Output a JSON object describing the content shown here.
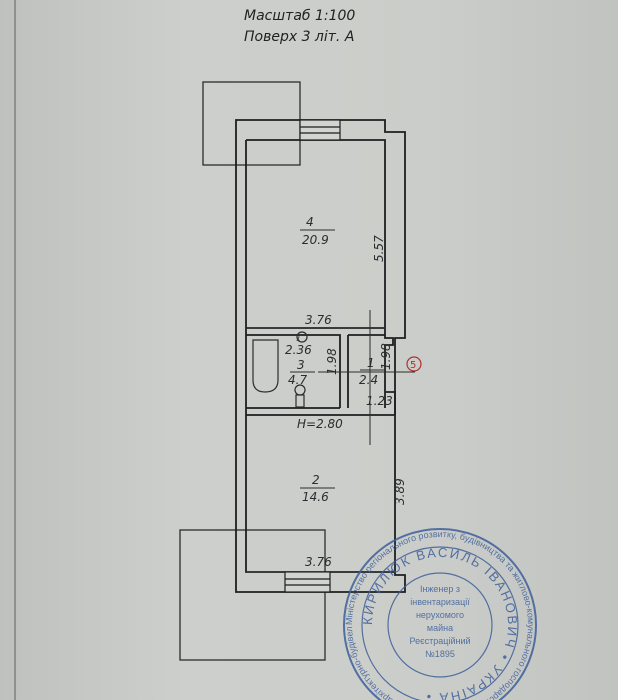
{
  "header": {
    "scale": "Масштаб 1:100",
    "floor": "Поверх 3 літ. А"
  },
  "rooms": [
    {
      "number": "4",
      "area": "20.9"
    },
    {
      "number": "3",
      "area": "4.7"
    },
    {
      "number": "1",
      "area": "2.4"
    },
    {
      "number": "2",
      "area": "14.6"
    }
  ],
  "dimensions": {
    "room4_length": "5.57",
    "top_width": "3.76",
    "bath_width": "2.36",
    "bath_height": "1.98",
    "corridor_height": "1.98",
    "corridor_width": "1.23",
    "ceiling_height": "H=2.80",
    "room2_length": "3.89",
    "bottom_width": "3.76"
  },
  "markers": {
    "entrance": "5",
    "bath_mark": "1"
  },
  "stamp": {
    "outer_ring": "Міністерство регіонального розвитку, будівництва та житлово-комунального господарства України • Державна архітектурно-будівельна інспекція",
    "middle_ring": "КИРИЛЮК ВАСИЛЬ ІВАНОВИЧ • УКРАЇНА •",
    "center_lines": [
      "Інженер з",
      "інвентаризації",
      "нерухомого",
      "майна",
      "Реєстраційний",
      "№1895"
    ],
    "color": "#3d5f9a"
  }
}
